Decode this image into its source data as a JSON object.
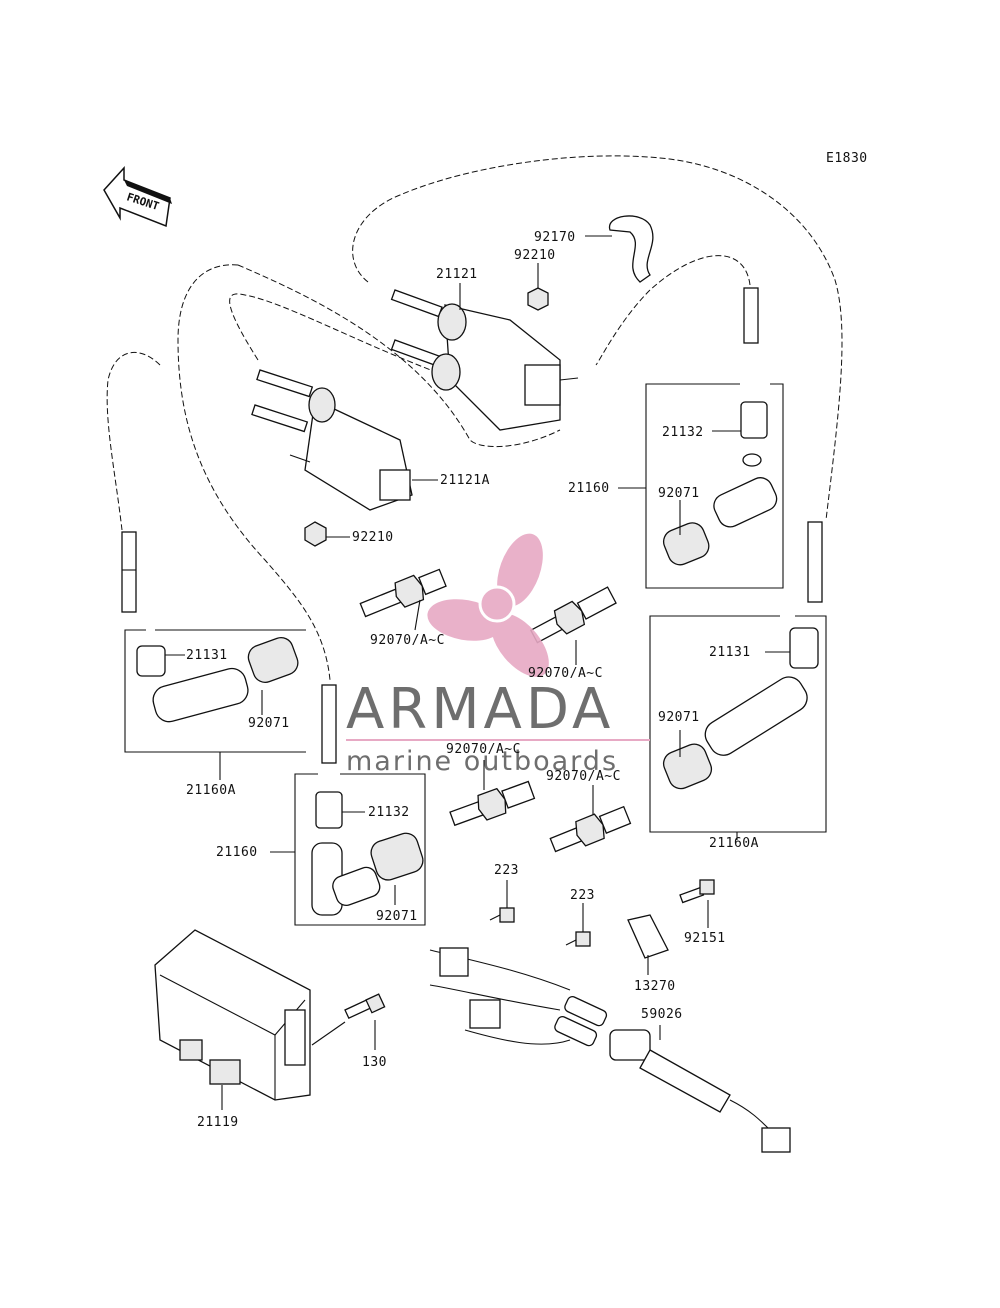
{
  "diagram_code": "E1830",
  "front_label": "FRONT",
  "watermark": {
    "brand": "ARMADA",
    "tagline": "marine outboards",
    "logo_color": "#e7a9c4",
    "text_color": "#555555"
  },
  "labels": {
    "p92170": "92170",
    "p92210_top": "92210",
    "p21121": "21121",
    "p21121A": "21121A",
    "p92210_left": "92210",
    "p21132_right": "21132",
    "p21160_right": "21160",
    "p92071_right": "92071",
    "p21131_left": "21131",
    "p92071_left": "92071",
    "p92070_a": "92070/A~C",
    "p92070_b": "92070/A~C",
    "p92070_c": "92070/A~C",
    "p92070_d": "92070/A~C",
    "p21160A_left": "21160A",
    "p21132_mid": "21132",
    "p21160_mid": "21160",
    "p92071_mid": "92071",
    "p21131_right": "21131",
    "p92071_right2": "92071",
    "p21160A_right": "21160A",
    "p223_a": "223",
    "p223_b": "223",
    "p92151": "92151",
    "p13270": "13270",
    "p59026": "59026",
    "p130": "130",
    "p21119": "21119"
  }
}
